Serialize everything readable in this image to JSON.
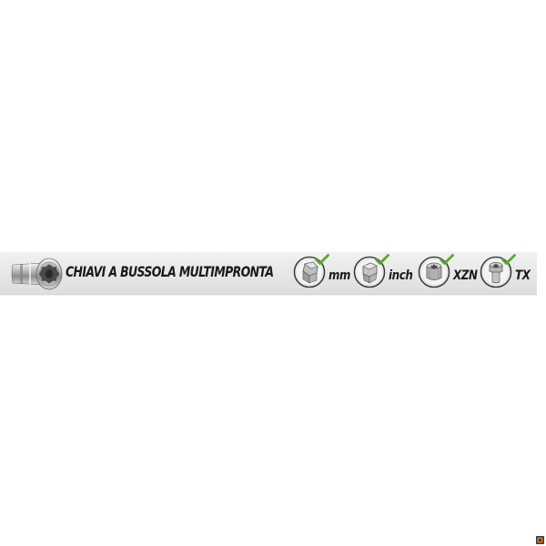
{
  "banner": {
    "title": "CHIAVI A BUSSOLA MULTIMPRONTA",
    "product_icon": "socket-wrench-icon"
  },
  "standards": [
    {
      "label": "mm",
      "icon": "hex-bolt-icon",
      "supported": true
    },
    {
      "label": "inch",
      "icon": "hex-bolt-icon",
      "supported": true
    },
    {
      "label": "XZN",
      "icon": "xzn-bolt-icon",
      "supported": true
    },
    {
      "label": "TX",
      "icon": "torx-bolt-icon",
      "supported": true
    }
  ],
  "colors": {
    "band": "#e6e6e6",
    "text": "#1a1a1a",
    "check": "#5aa832",
    "ring": "#3a3a3a"
  },
  "corner_logo": "brand-logo-icon"
}
